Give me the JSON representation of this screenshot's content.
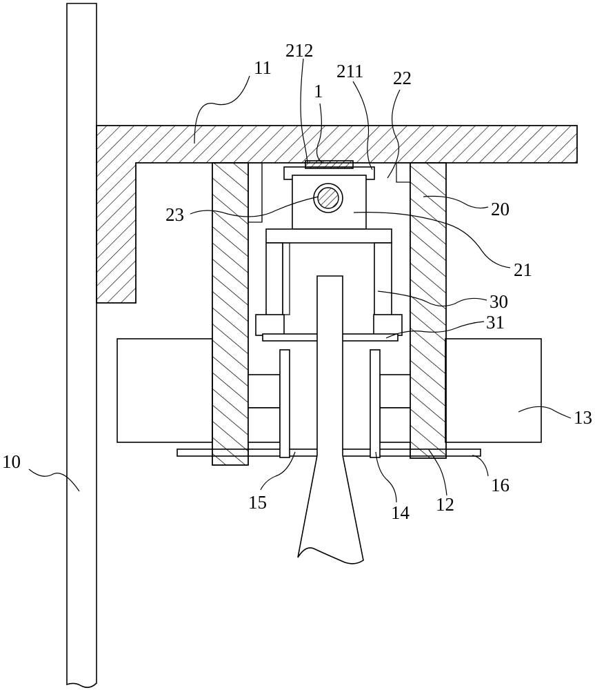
{
  "figure": {
    "labels": {
      "l10": "10",
      "l11": "11",
      "l12": "12",
      "l13": "13",
      "l14": "14",
      "l15": "15",
      "l16": "16",
      "l20": "20",
      "l21": "21",
      "l22": "22",
      "l23": "23",
      "l30": "30",
      "l31": "31",
      "l1": "1",
      "l211": "211",
      "l212": "212"
    }
  }
}
